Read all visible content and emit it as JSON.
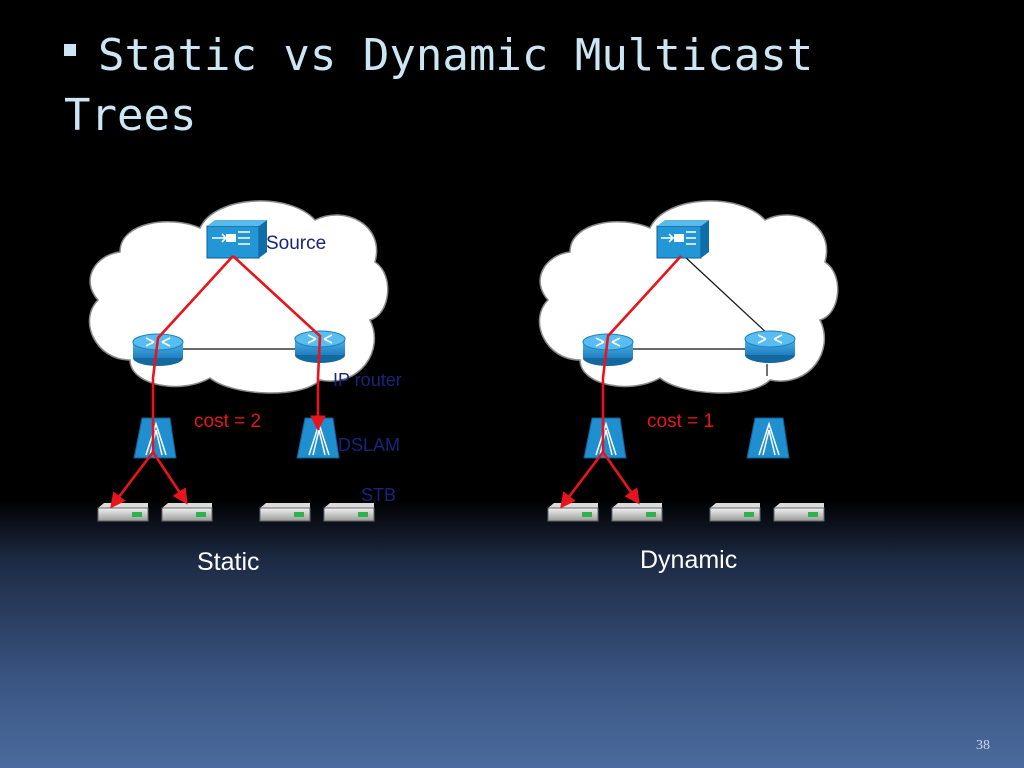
{
  "title": "Static vs Dynamic Multicast Trees",
  "title_line1": "Static vs Dynamic Multicast",
  "title_line2": "Trees",
  "labels": {
    "source": "Source",
    "ip_router": "IP router",
    "dslam": "DSLAM",
    "stb": "STB",
    "static_cost": "cost = 2",
    "dynamic_cost": "cost = 1",
    "static_caption": "Static",
    "dynamic_caption": "Dynamic"
  },
  "page_number": "38",
  "colors": {
    "title": "#cde6f4",
    "path": "#e8141c",
    "cloud": "#ffffff",
    "device": "#1f8fcf",
    "legend_text": "#1a237e"
  }
}
